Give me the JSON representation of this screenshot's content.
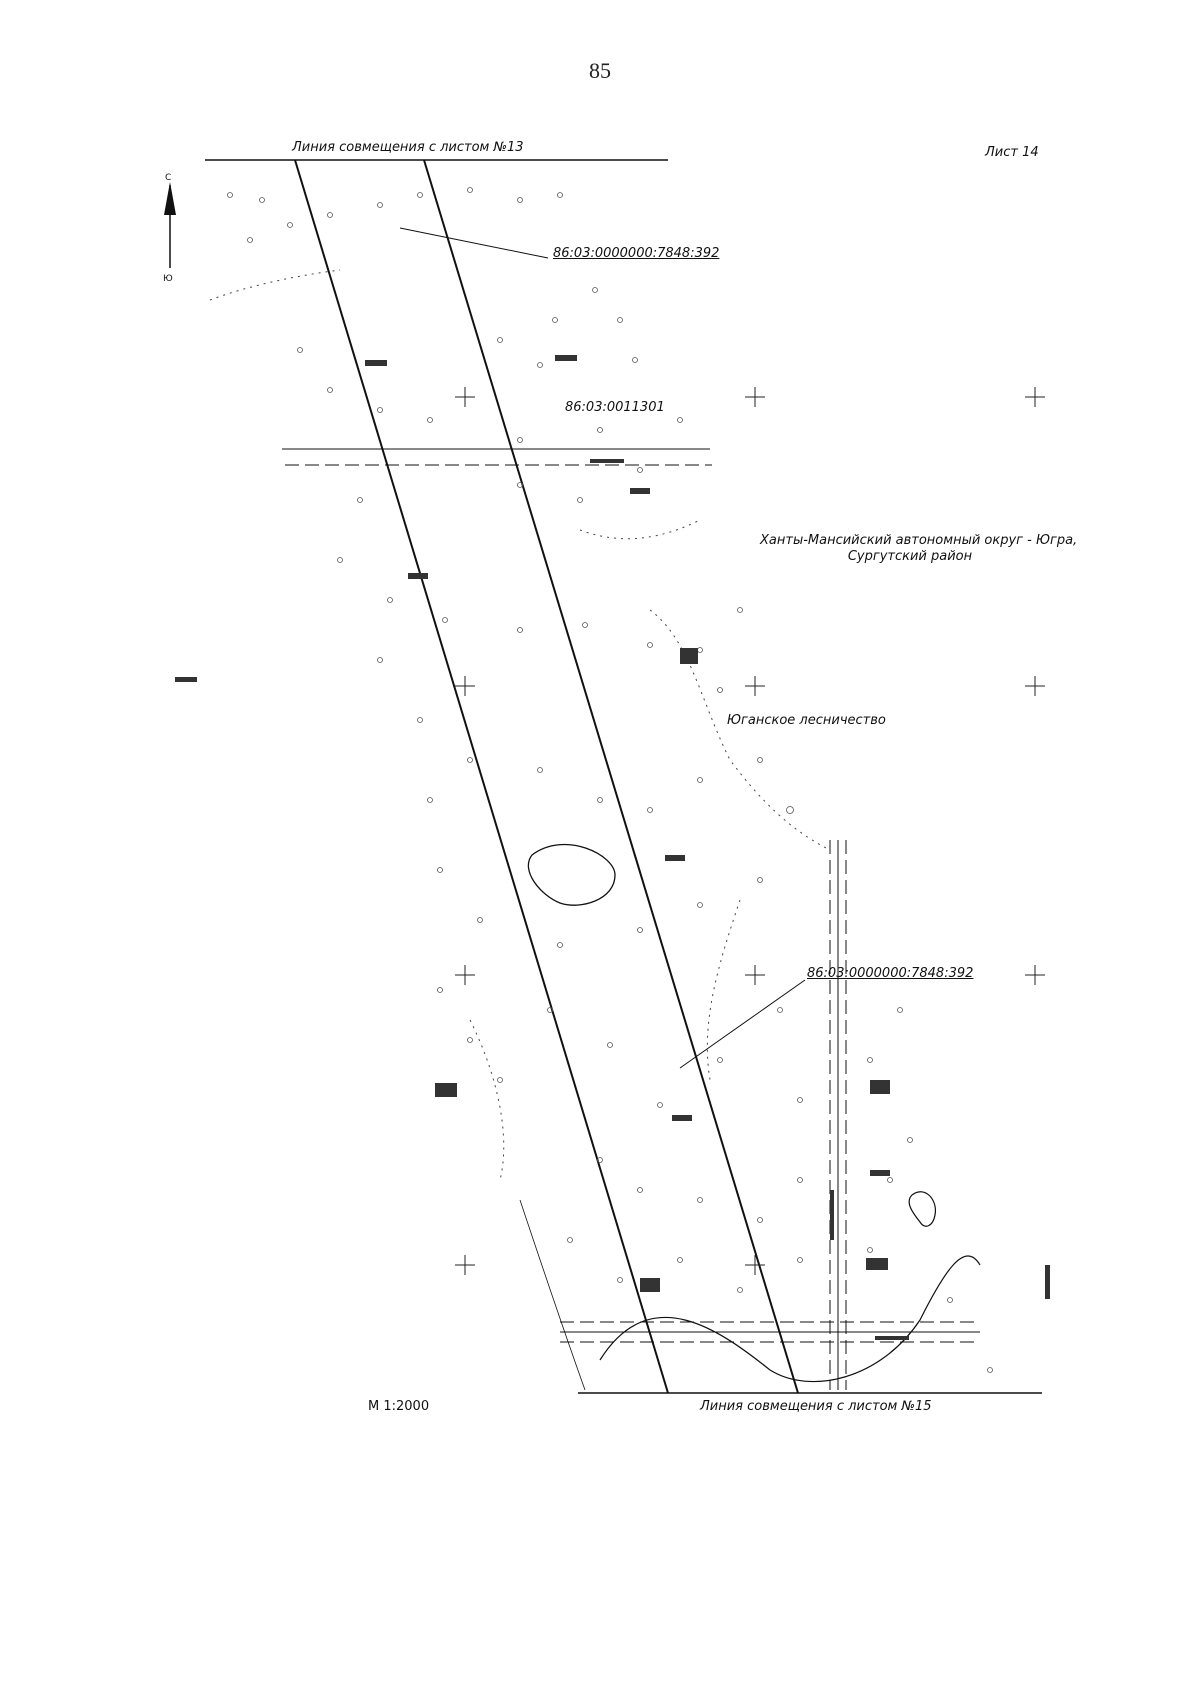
{
  "page_number": "85",
  "sheet_label": "Лист 14",
  "top_match_line": "Линия совмещения с листом №13",
  "bottom_match_line": "Линия совмещения с листом №15",
  "scale": "М 1:2000",
  "north_label": "С",
  "south_label": "Ю",
  "cadastral_parcel_top": "86:03:0000000:7848:392",
  "cadastral_parcel_bottom": "86:03:0000000:7848:392",
  "cadastral_quarter": "86:03:0011301",
  "region_line1": "Ханты-Мансийский автономный округ - Югра,",
  "region_line2": "Сургутский район",
  "forestry": "Юганское лесничество"
}
